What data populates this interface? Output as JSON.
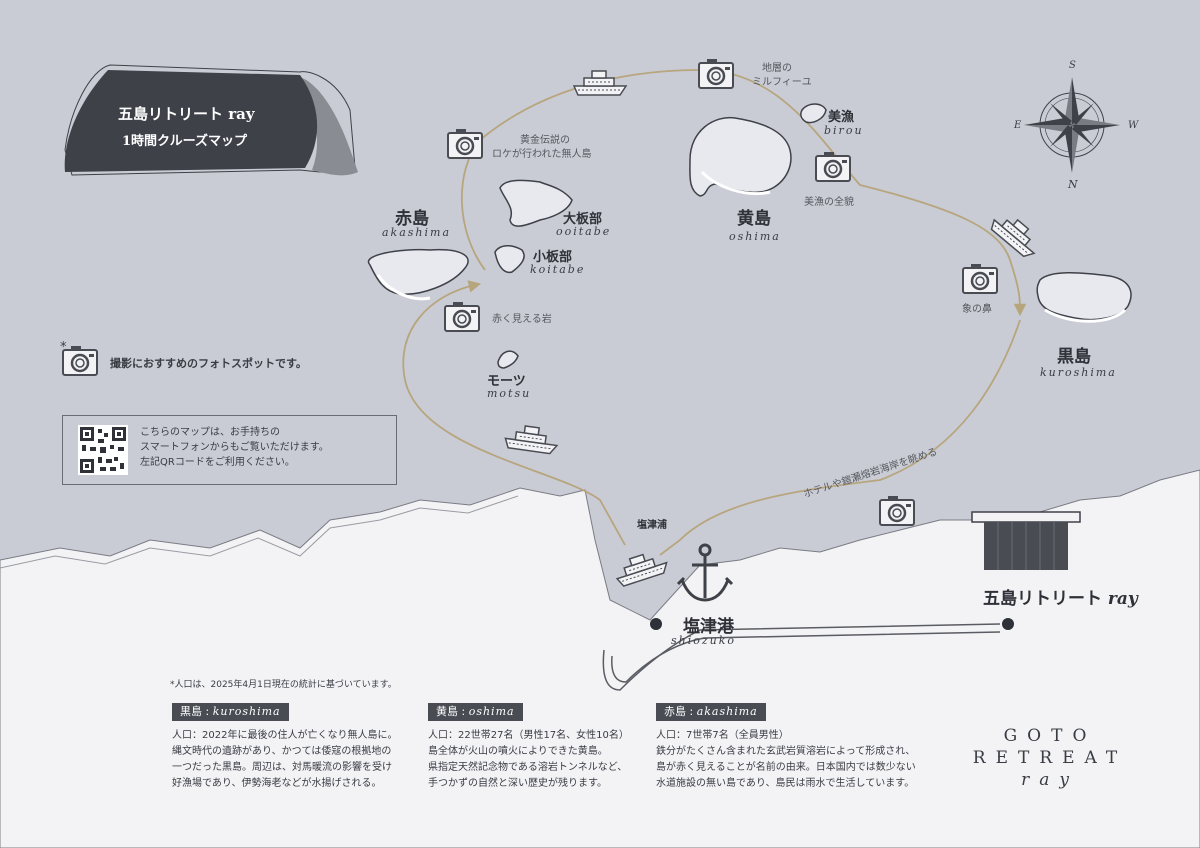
{
  "banner": {
    "title": "五島リトリート ray",
    "subtitle": "1時間クルーズマップ"
  },
  "islands": {
    "akashima": {
      "name": "赤島",
      "romaji": "akashima"
    },
    "ooitabe": {
      "name": "大板部",
      "romaji": "ooitabe"
    },
    "koitabe": {
      "name": "小板部",
      "romaji": "koitabe"
    },
    "oshima": {
      "name": "黄島",
      "romaji": "oshima"
    },
    "birou": {
      "name": "美漁",
      "romaji": "birou"
    },
    "kuroshima": {
      "name": "黒島",
      "romaji": "kuroshima"
    },
    "motsu": {
      "name": "モーツ",
      "romaji": "motsu"
    }
  },
  "spots": {
    "legend_island_line1": "黄金伝説の",
    "legend_island_line2": "ロケが行われた無人島",
    "strata_line1": "地層の",
    "strata_line2": "ミルフィーユ",
    "birou_view": "美漁の全貌",
    "elephant_nose": "象の鼻",
    "red_rock": "赤く見える岩",
    "hotel_view": "ホテルや鎧瀬熔岩海岸を眺める",
    "shiozura": "塩津浦"
  },
  "port": {
    "name": "塩津港",
    "romaji": "shiozuko"
  },
  "hotel": {
    "name": "五島リトリート",
    "name_suffix": "ray"
  },
  "compass": {
    "n": "N",
    "s": "S",
    "e": "E",
    "w": "W"
  },
  "legend": {
    "asterisk": "*",
    "photo_spot": "撮影におすすめのフォトスポットです。"
  },
  "qr": {
    "line1": "こちらのマップは、お手持ちの",
    "line2": "スマートフォンからもご覧いただけます。",
    "line3": "左記QRコードをご利用ください。"
  },
  "note": "*人口は、2025年4月1日現在の統計に基づいています。",
  "info": {
    "kuroshima": {
      "tag": "黒島",
      "tag_romaji": "kuroshima",
      "lines": [
        "人口：2022年に最後の住人が亡くなり無人島に。",
        "縄文時代の遺跡があり、かつては倭寇の根拠地の",
        "一つだった黒島。周辺は、対馬暖流の影響を受け",
        "好漁場であり、伊勢海老などが水揚げされる。"
      ]
    },
    "oshima": {
      "tag": "黄島",
      "tag_romaji": "oshima",
      "lines": [
        "人口：22世帯27名（男性17名、女性10名）",
        "島全体が火山の噴火によりできた黄島。",
        "県指定天然記念物である溶岩トンネルなど、",
        "手つかずの自然と深い歴史が残ります。"
      ]
    },
    "akashima": {
      "tag": "赤島",
      "tag_romaji": "akashima",
      "lines": [
        "人口：7世帯7名（全員男性）",
        "鉄分がたくさん含まれた玄武岩質溶岩によって形成され、",
        "島が赤く見えることが名前の由来。日本国内では数少ない",
        "水道施設の無い島であり、島民は雨水で生活しています。"
      ]
    }
  },
  "brand": {
    "line1": "GOTO",
    "line2": "RETREAT",
    "line3": "ray"
  },
  "colors": {
    "sea": "#c9ccd4",
    "land": "#f3f3f6",
    "route": "#b7a57e",
    "dark": "#3f4149",
    "island": "#e8e9ee"
  }
}
